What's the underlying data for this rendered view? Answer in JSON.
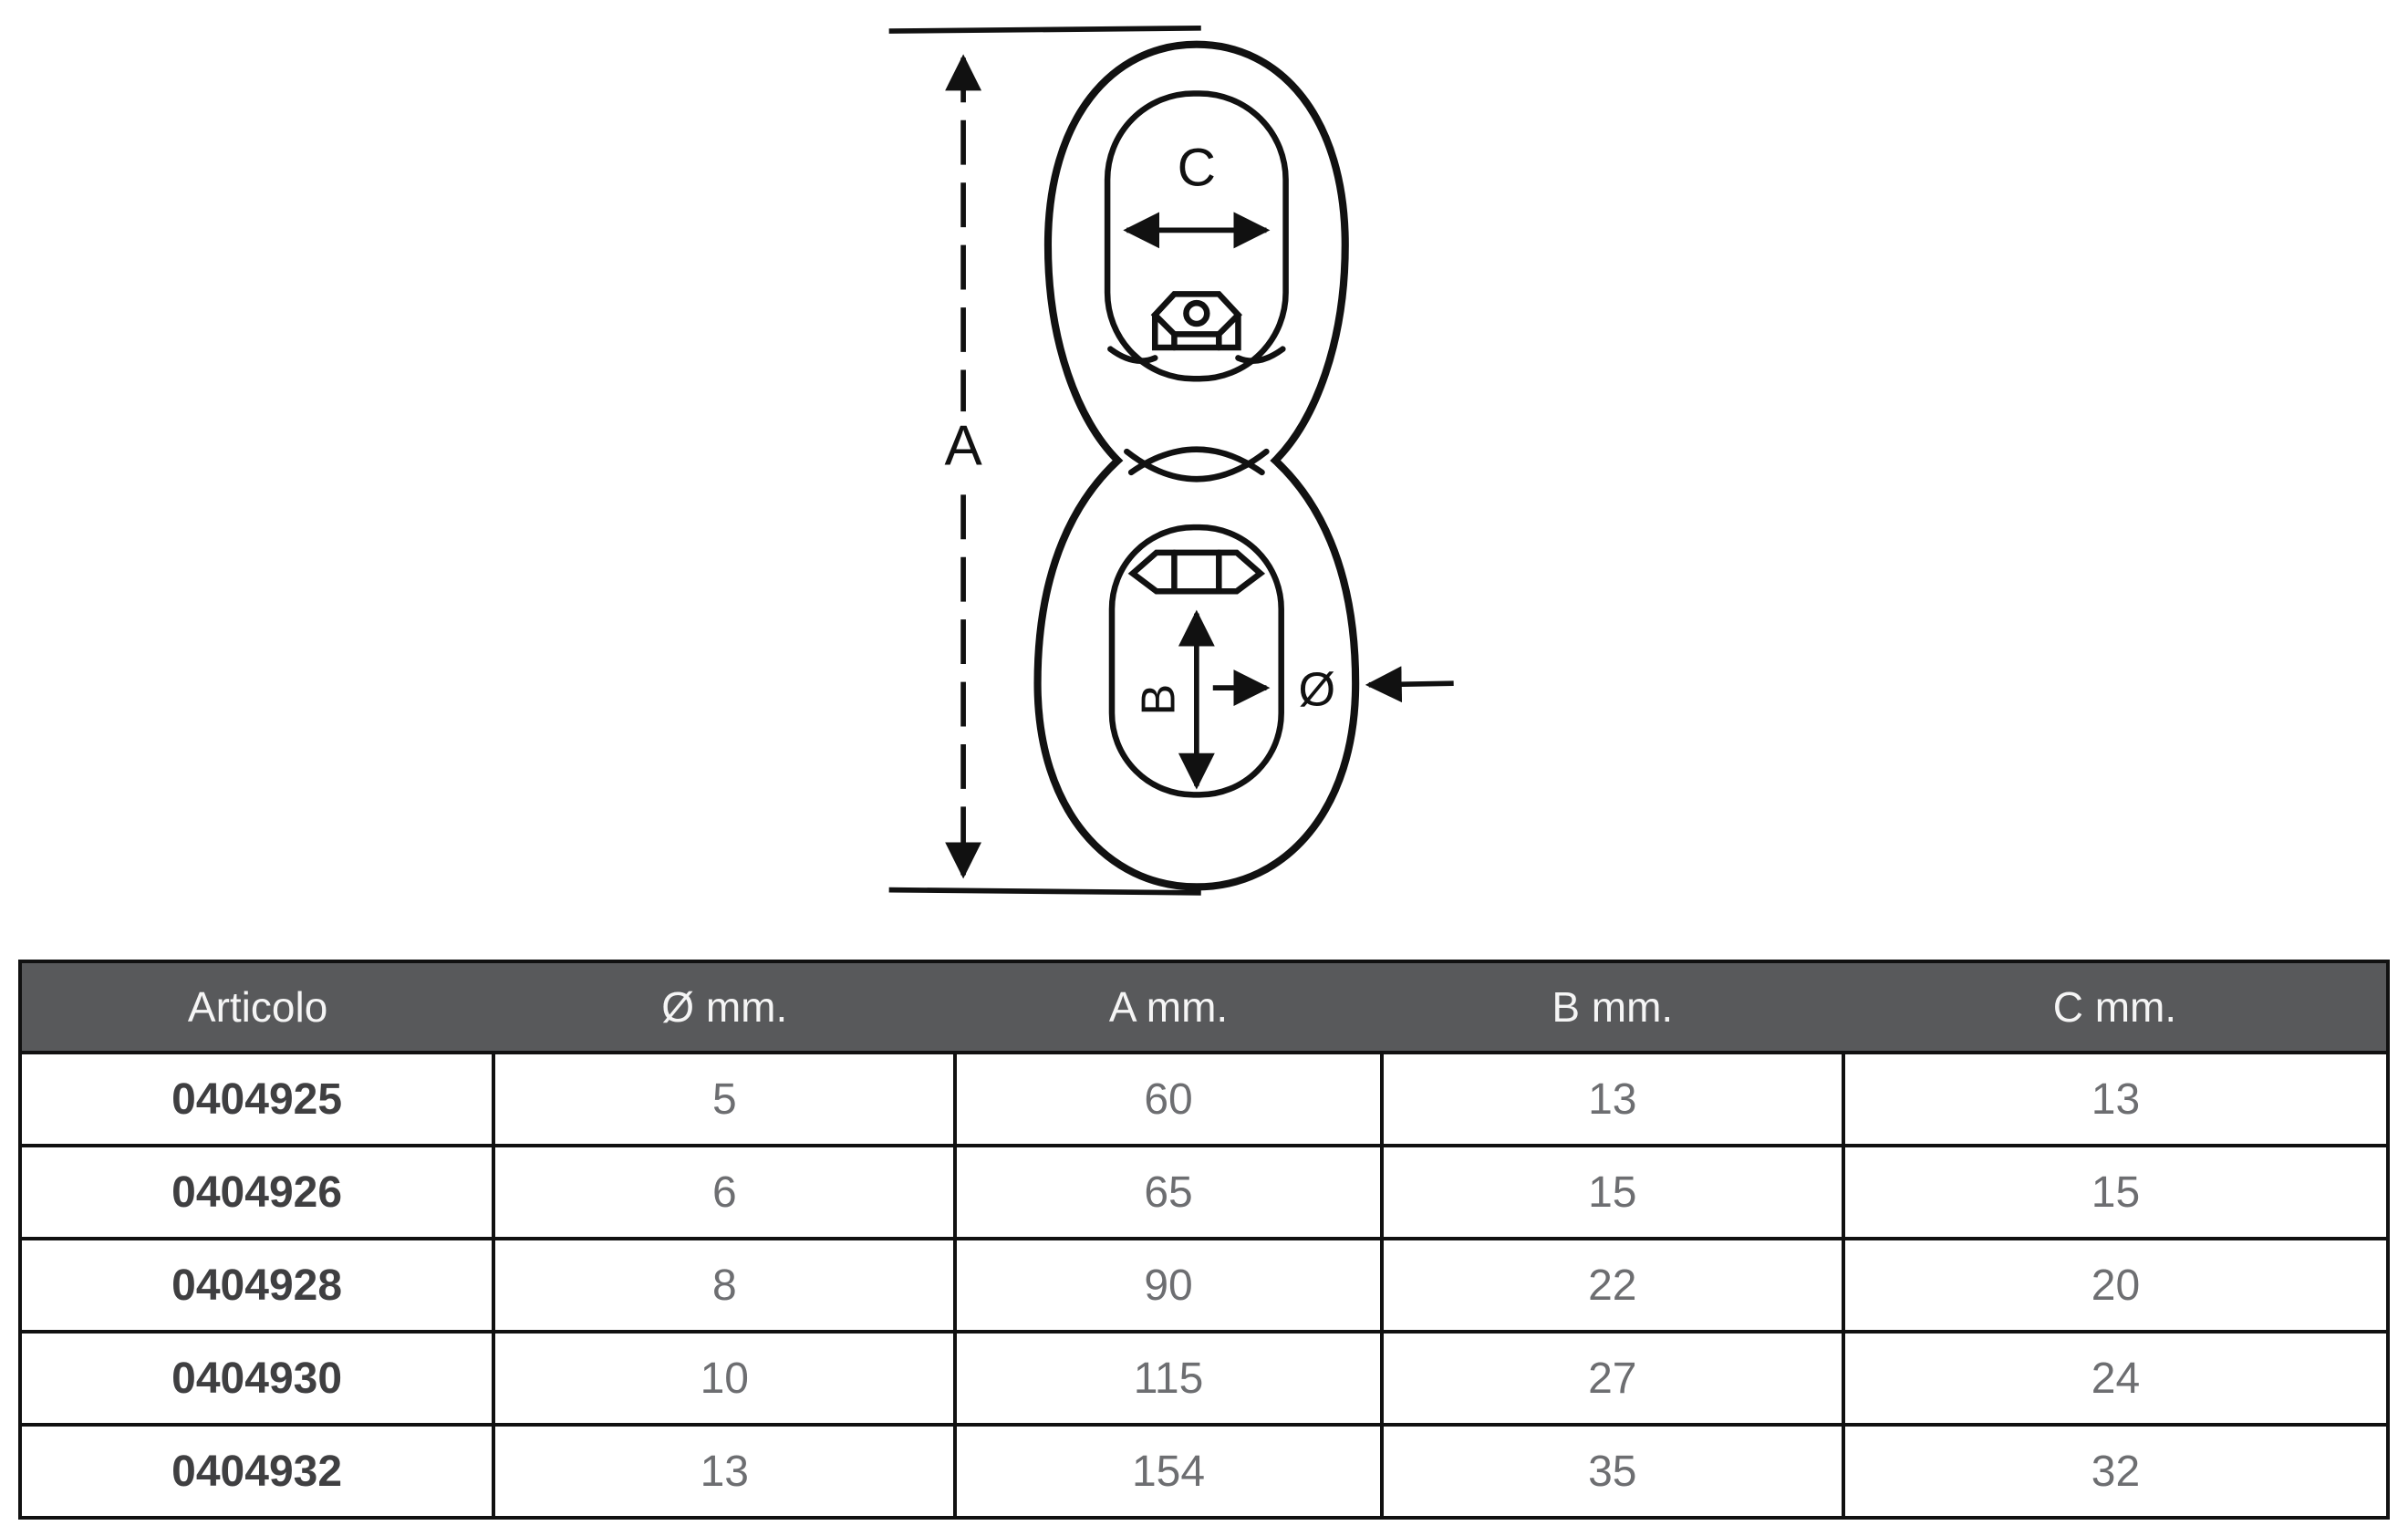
{
  "diagram": {
    "title": "eye-and-eye swivel technical drawing",
    "labels": {
      "a": "A",
      "b": "B",
      "c": "C",
      "diameter": "Ø"
    }
  },
  "table": {
    "headers": [
      "Articolo",
      "Ø mm.",
      "A mm.",
      "B mm.",
      "C mm."
    ],
    "rows": [
      [
        "0404925",
        "5",
        "60",
        "13",
        "13"
      ],
      [
        "0404926",
        "6",
        "65",
        "15",
        "15"
      ],
      [
        "0404928",
        "8",
        "90",
        "22",
        "20"
      ],
      [
        "0404930",
        "10",
        "115",
        "27",
        "24"
      ],
      [
        "0404932",
        "13",
        "154",
        "35",
        "32"
      ]
    ],
    "colors": {
      "header_bg": "#58595b",
      "header_text": "#f5f5f5",
      "value_text": "#6d6e71",
      "article_text": "#3f3f41",
      "border": "#111111"
    }
  }
}
